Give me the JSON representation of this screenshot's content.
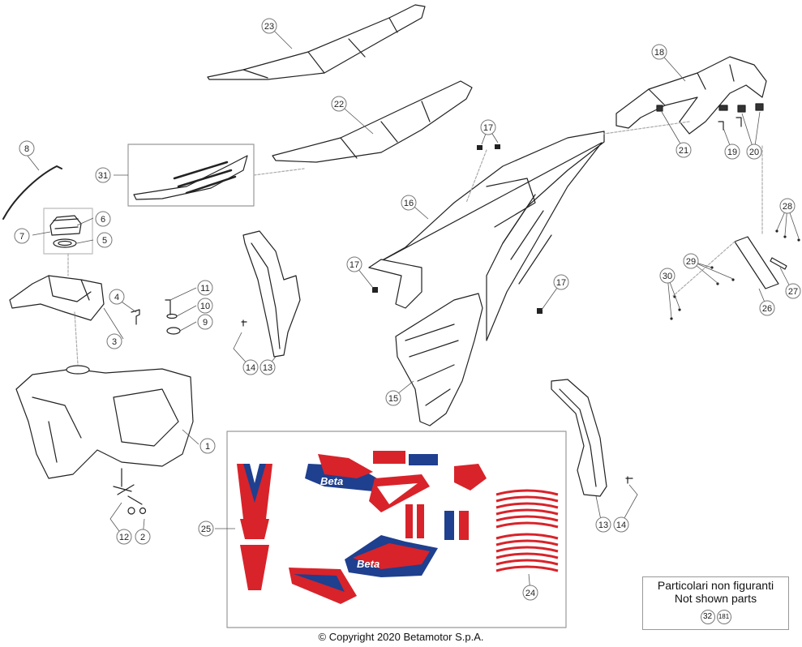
{
  "callouts": [
    {
      "id": "c1",
      "label": "1"
    },
    {
      "id": "c2",
      "label": "2"
    },
    {
      "id": "c3",
      "label": "3"
    },
    {
      "id": "c4",
      "label": "4"
    },
    {
      "id": "c5",
      "label": "5"
    },
    {
      "id": "c6",
      "label": "6"
    },
    {
      "id": "c7",
      "label": "7"
    },
    {
      "id": "c8",
      "label": "8"
    },
    {
      "id": "c9",
      "label": "9"
    },
    {
      "id": "c10",
      "label": "10"
    },
    {
      "id": "c11",
      "label": "11"
    },
    {
      "id": "c12",
      "label": "12"
    },
    {
      "id": "c13a",
      "label": "13"
    },
    {
      "id": "c13b",
      "label": "13"
    },
    {
      "id": "c14a",
      "label": "14"
    },
    {
      "id": "c14b",
      "label": "14"
    },
    {
      "id": "c15",
      "label": "15"
    },
    {
      "id": "c16",
      "label": "16"
    },
    {
      "id": "c17a",
      "label": "17"
    },
    {
      "id": "c17b",
      "label": "17"
    },
    {
      "id": "c17c",
      "label": "17"
    },
    {
      "id": "c18",
      "label": "18"
    },
    {
      "id": "c19",
      "label": "19"
    },
    {
      "id": "c20",
      "label": "20"
    },
    {
      "id": "c21",
      "label": "21"
    },
    {
      "id": "c22",
      "label": "22"
    },
    {
      "id": "c23",
      "label": "23"
    },
    {
      "id": "c24",
      "label": "24"
    },
    {
      "id": "c25",
      "label": "25"
    },
    {
      "id": "c26",
      "label": "26"
    },
    {
      "id": "c27",
      "label": "27"
    },
    {
      "id": "c28",
      "label": "28"
    },
    {
      "id": "c29",
      "label": "29"
    },
    {
      "id": "c30",
      "label": "30"
    },
    {
      "id": "c31",
      "label": "31"
    }
  ],
  "decal_text": {
    "brand": "Beta"
  },
  "not_shown": {
    "line1": "Particolari non figuranti",
    "line2": "Not shown parts",
    "refs": [
      "32",
      "181"
    ]
  },
  "copyright": "© Copyright 2020 Betamotor S.p.A.",
  "colors": {
    "decal_red": "#d8232a",
    "decal_blue": "#1f3f8f",
    "line": "#222222"
  }
}
